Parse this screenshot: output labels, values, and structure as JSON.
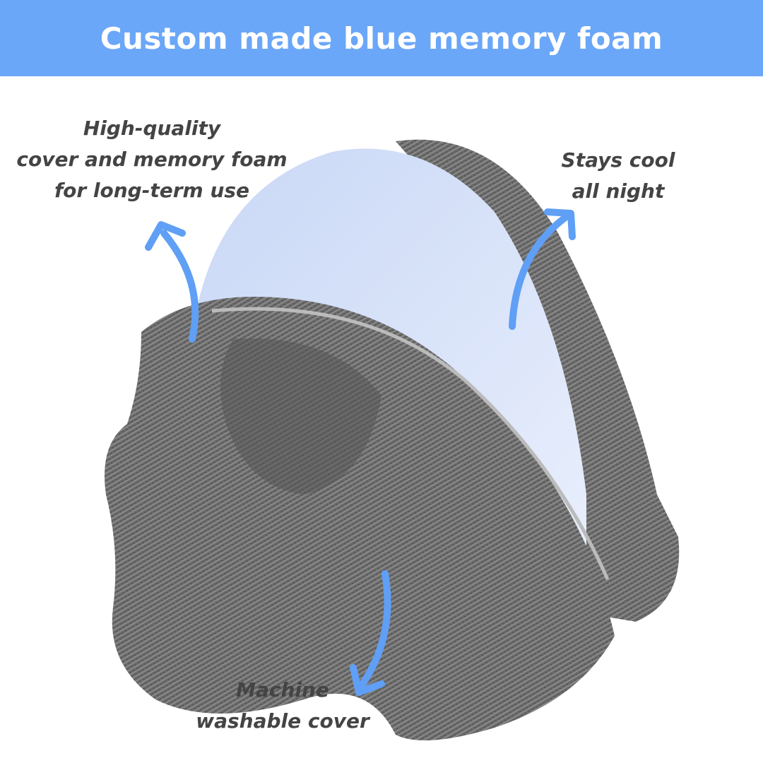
{
  "banner": {
    "title": "Custom made blue memory foam",
    "color": "#6ba7f8"
  },
  "callouts": {
    "quality": [
      "High-quality",
      "cover and memory foam",
      "for long-term use"
    ],
    "cool": [
      "Stays cool",
      "all night"
    ],
    "washable": [
      "Machine",
      "washable cover"
    ]
  },
  "colors": {
    "arrow": "#5f9ff5",
    "fabric": "#6b6b6b",
    "foam": "#dbe6fb",
    "text": "#444444"
  }
}
